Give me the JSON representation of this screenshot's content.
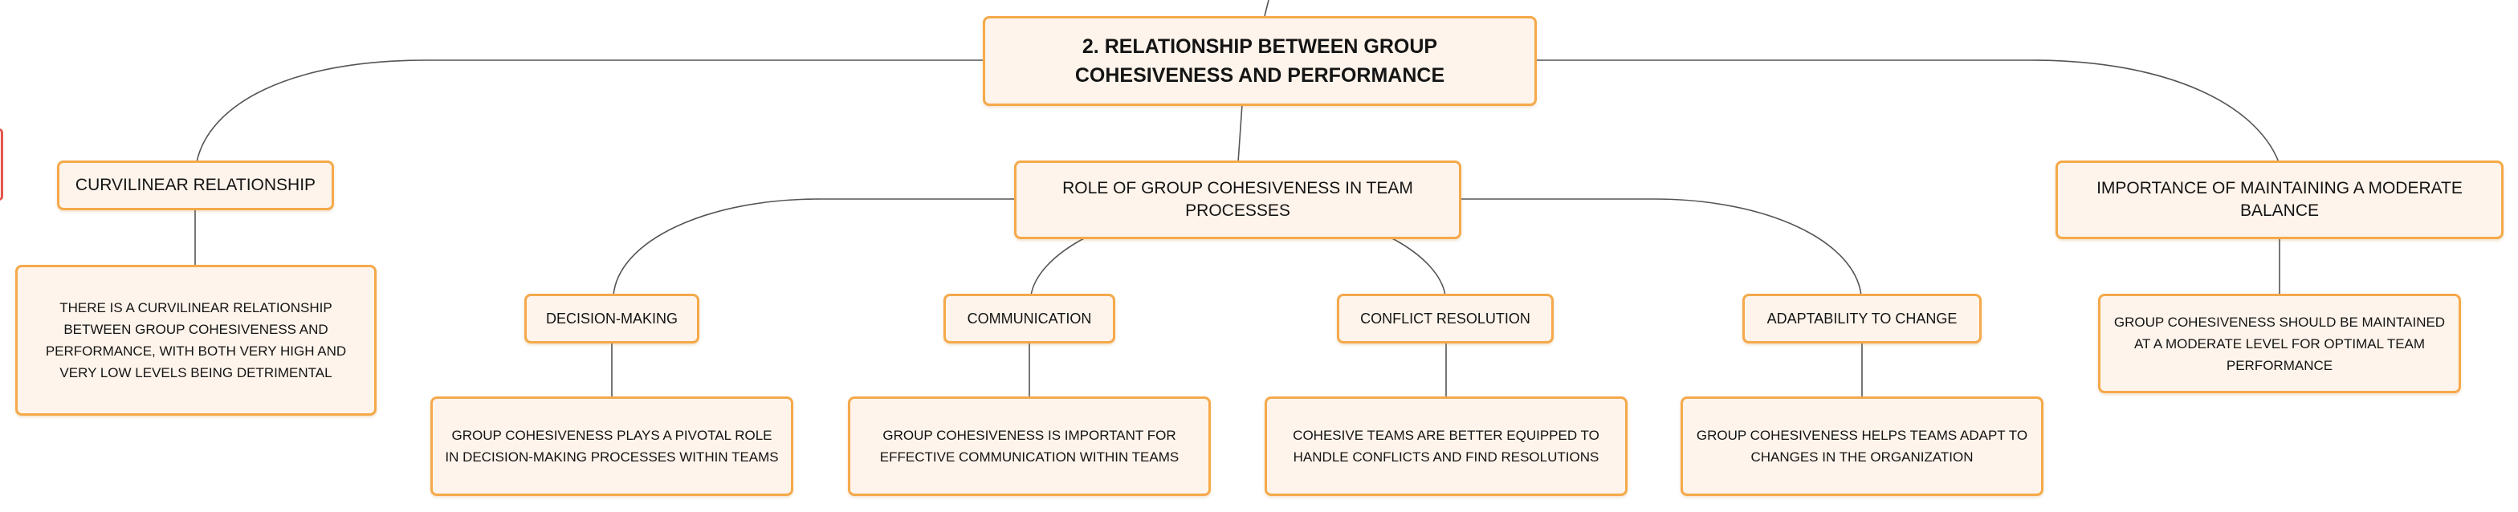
{
  "central": {
    "title": "2. RELATIONSHIP BETWEEN GROUP COHESIVENESS AND PERFORMANCE"
  },
  "branches": {
    "curvilinear": {
      "label": "CURVILINEAR RELATIONSHIP",
      "detail": "THERE IS A CURVILINEAR RELATIONSHIP BETWEEN GROUP COHESIVENESS AND PERFORMANCE, WITH BOTH VERY HIGH AND VERY LOW LEVELS BEING DETRIMENTAL"
    },
    "role": {
      "label": "ROLE OF GROUP COHESIVENESS IN TEAM PROCESSES",
      "children": [
        {
          "label": "DECISION-MAKING",
          "detail": "GROUP COHESIVENESS PLAYS A PIVOTAL ROLE IN DECISION-MAKING PROCESSES WITHIN TEAMS"
        },
        {
          "label": "COMMUNICATION",
          "detail": "GROUP COHESIVENESS IS IMPORTANT FOR EFFECTIVE COMMUNICATION WITHIN TEAMS"
        },
        {
          "label": "CONFLICT RESOLUTION",
          "detail": "COHESIVE TEAMS ARE BETTER EQUIPPED TO HANDLE CONFLICTS AND FIND RESOLUTIONS"
        },
        {
          "label": "ADAPTABILITY TO CHANGE",
          "detail": "GROUP COHESIVENESS HELPS TEAMS ADAPT TO CHANGES IN THE ORGANIZATION"
        }
      ]
    },
    "balance": {
      "label": "IMPORTANCE OF MAINTAINING A MODERATE BALANCE",
      "detail": "GROUP COHESIVENESS SHOULD BE MAINTAINED AT A MODERATE LEVEL FOR OPTIMAL TEAM PERFORMANCE"
    }
  },
  "colors": {
    "node_fill": "#fef4eb",
    "node_border": "#f5a94a",
    "connector": "#555555",
    "edge_marker": "#e2574c"
  }
}
